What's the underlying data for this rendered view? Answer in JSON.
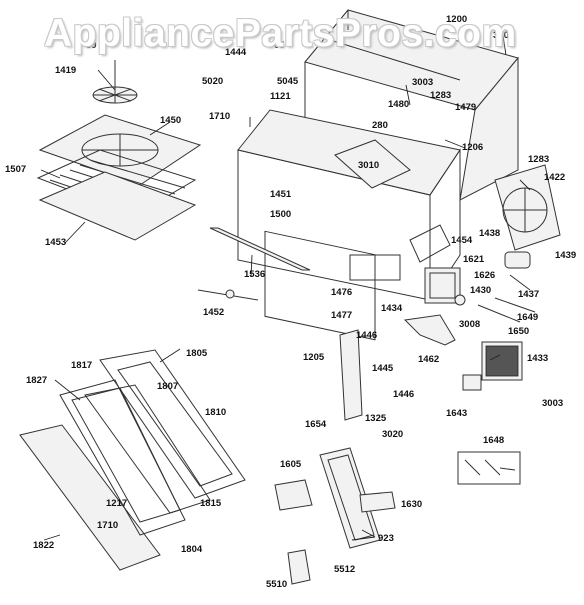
{
  "watermark": "AppliancePartsPros.com",
  "labels": {
    "1200": "1200",
    "3000": "3000",
    "59": "59",
    "1444": "1444",
    "05": "05",
    "1419": "1419",
    "5020": "5020",
    "5045": "5045",
    "1121": "1121",
    "3003a": "3003",
    "1283a": "1283",
    "1480": "1480",
    "1479": "1479",
    "1450": "1450",
    "1710a": "1710",
    "280": "280",
    "1206": "1206",
    "1507": "1507",
    "3010": "3010",
    "1283b": "1283",
    "1422": "1422",
    "1451": "1451",
    "1500": "1500",
    "1453": "1453",
    "1438": "1438",
    "1439": "1439",
    "1454": "1454",
    "1621": "1621",
    "1536": "1536",
    "1626": "1626",
    "1437": "1437",
    "1476": "1476",
    "1430": "1430",
    "1452": "1452",
    "1477": "1477",
    "1434": "1434",
    "3008": "3008",
    "1649": "1649",
    "1650": "1650",
    "1805": "1805",
    "1446a": "1446",
    "1462": "1462",
    "1827": "1827",
    "1817": "1817",
    "1807": "1807",
    "1205": "1205",
    "1433": "1433",
    "1445": "1445",
    "1446b": "1446",
    "1810": "1810",
    "1643": "1643",
    "3003b": "3003",
    "1325": "1325",
    "1654": "1654",
    "3020": "3020",
    "1648": "1648",
    "1605": "1605",
    "1217": "1217",
    "1815": "1815",
    "1630": "1630",
    "1710b": "1710",
    "923": "923",
    "1822": "1822",
    "1804": "1804",
    "5510": "5510",
    "5512": "5512"
  }
}
